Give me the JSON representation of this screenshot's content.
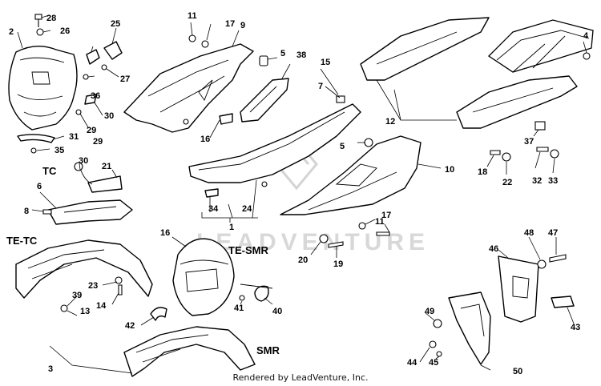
{
  "diagram": {
    "callouts": [
      "1",
      "2",
      "3",
      "4",
      "5",
      "5",
      "6",
      "7",
      "8",
      "9",
      "10",
      "11",
      "11",
      "12",
      "13",
      "14",
      "15",
      "16",
      "16",
      "17",
      "17",
      "18",
      "19",
      "20",
      "21",
      "22",
      "23",
      "24",
      "25",
      "26",
      "27",
      "28",
      "29",
      "29",
      "30",
      "30",
      "31",
      "32",
      "33",
      "34",
      "35",
      "36",
      "37",
      "38",
      "39",
      "40",
      "41",
      "42",
      "43",
      "44",
      "45",
      "46",
      "47",
      "48",
      "49",
      "50"
    ],
    "variants": [
      "TC",
      "TE-TC",
      "TE-SMR",
      "SMR"
    ],
    "watermark_text": "LEADVENTURE"
  },
  "footer": {
    "credit": "Rendered by LeadVenture, Inc."
  }
}
